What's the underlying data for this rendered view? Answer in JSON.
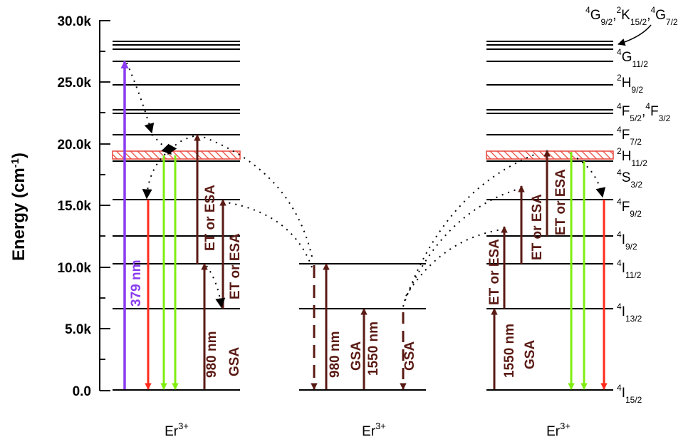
{
  "y_axis": {
    "label": "Energy (cm",
    "label_sup": "-1",
    "label_end": ")",
    "ticks": [
      "0.0",
      "5.0k",
      "10.0k",
      "15.0k",
      "20.0k",
      "25.0k",
      "30.0k"
    ]
  },
  "ions": [
    {
      "base": "Er",
      "sup": "3+"
    },
    {
      "base": "Er",
      "sup": "3+"
    },
    {
      "base": "Er",
      "sup": "3+"
    }
  ],
  "level_labels": [
    {
      "parts": [
        [
          "4",
          "sup"
        ],
        [
          "G",
          "b"
        ],
        [
          "9/2",
          "sub"
        ],
        [
          ",",
          ""
        ],
        [
          "2",
          "sup"
        ],
        [
          "K",
          "b"
        ],
        [
          "15/2",
          "sub"
        ],
        [
          ",",
          ""
        ],
        [
          "4",
          "sup"
        ],
        [
          "G",
          "b"
        ],
        [
          "7/2",
          "sub"
        ]
      ]
    },
    {
      "parts": [
        [
          "4",
          "sup"
        ],
        [
          "G",
          "b"
        ],
        [
          "11/2",
          "sub"
        ]
      ]
    },
    {
      "parts": [
        [
          "2",
          "sup"
        ],
        [
          "H",
          "b"
        ],
        [
          "9/2",
          "sub"
        ]
      ]
    },
    {
      "parts": [
        [
          "4",
          "sup"
        ],
        [
          "F",
          "b"
        ],
        [
          "5/2",
          "sub"
        ],
        [
          ",",
          ""
        ],
        [
          "4",
          "sup"
        ],
        [
          "F",
          "b"
        ],
        [
          "3/2",
          "sub"
        ]
      ]
    },
    {
      "parts": [
        [
          "4",
          "sup"
        ],
        [
          "F",
          "b"
        ],
        [
          "7/2",
          "sub"
        ]
      ]
    },
    {
      "parts": [
        [
          "2",
          "sup"
        ],
        [
          "H",
          "b"
        ],
        [
          "11/2",
          "sub"
        ]
      ]
    },
    {
      "parts": [
        [
          "4",
          "sup"
        ],
        [
          "S",
          "b"
        ],
        [
          "3/2",
          "sub"
        ]
      ]
    },
    {
      "parts": [
        [
          "4",
          "sup"
        ],
        [
          "F",
          "b"
        ],
        [
          "9/2",
          "sub"
        ]
      ]
    },
    {
      "parts": [
        [
          "4",
          "sup"
        ],
        [
          "I",
          "b"
        ],
        [
          "9/2",
          "sub"
        ]
      ]
    },
    {
      "parts": [
        [
          "4",
          "sup"
        ],
        [
          "I",
          "b"
        ],
        [
          "11/2",
          "sub"
        ]
      ]
    },
    {
      "parts": [
        [
          "4",
          "sup"
        ],
        [
          "I",
          "b"
        ],
        [
          "13/2",
          "sub"
        ]
      ]
    },
    {
      "parts": [
        [
          "4",
          "sup"
        ],
        [
          "I",
          "b"
        ],
        [
          "15/2",
          "sub"
        ]
      ]
    }
  ],
  "annotations": {
    "nm379": "379 nm",
    "nm980": "980 nm",
    "nm1550": "1550 nm",
    "gsa": "GSA",
    "et_esa": "ET or ESA"
  },
  "colors": {
    "violet": "#8a3cf0",
    "red": "#ff2a1a",
    "green": "#7fee10",
    "brown": "#5a1a14",
    "hatch": "#e8453a"
  }
}
